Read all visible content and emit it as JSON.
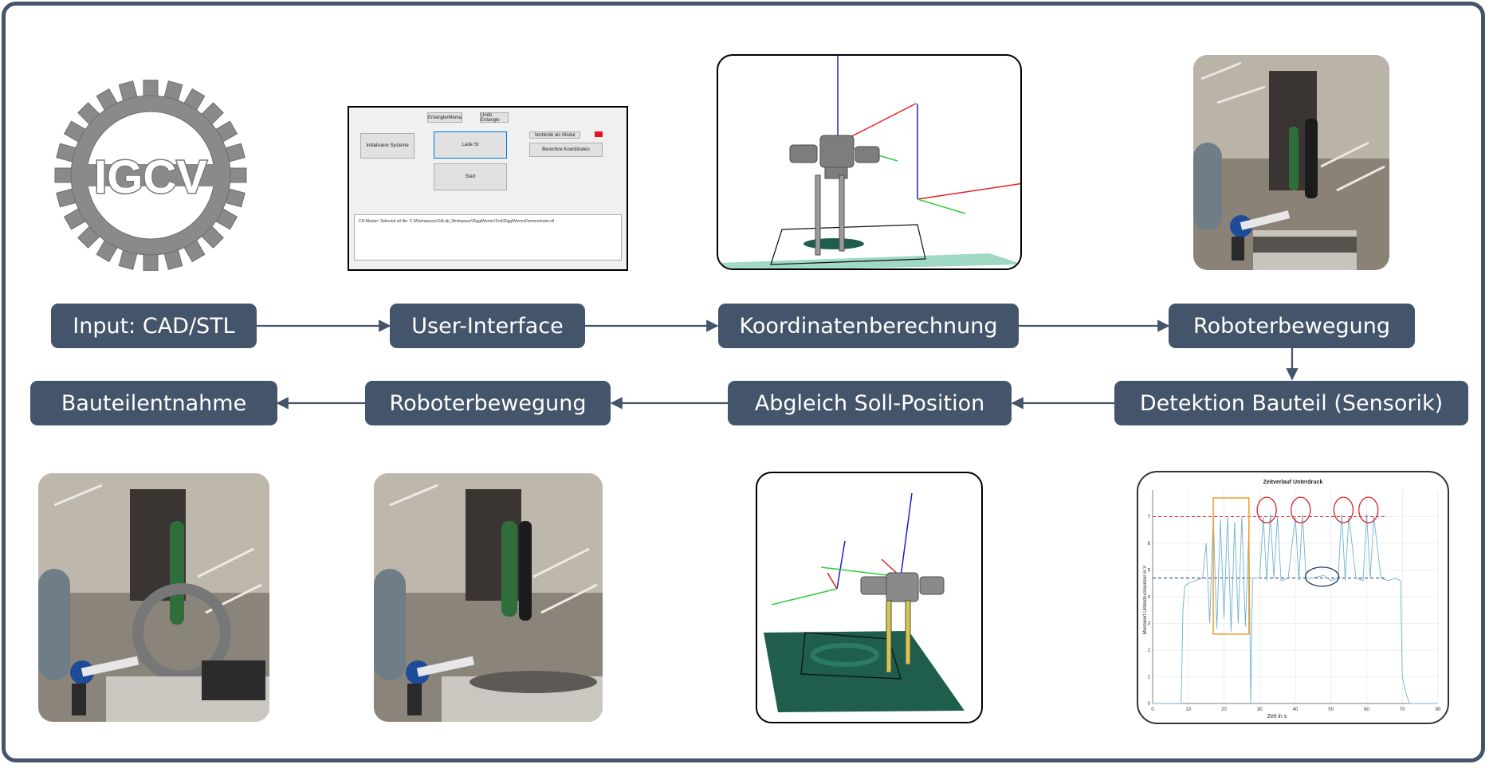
{
  "steps": {
    "row1": [
      {
        "label": "Input: CAD/STL"
      },
      {
        "label": "User-Interface"
      },
      {
        "label": "Koordinatenberechnung"
      },
      {
        "label": "Roboterbewegung"
      }
    ],
    "row2": [
      {
        "label": "Bauteilentnahme"
      },
      {
        "label": "Roboterbewegung"
      },
      {
        "label": "Abgleich Soll-Position"
      },
      {
        "label": "Detektion Bauteil (Sensorik)"
      }
    ]
  },
  "logo": {
    "text": "IGCV"
  },
  "ui": {
    "btn_extract": "Entangle/Mema",
    "btn_undo": "Undo Entangle",
    "btn_init": "Initialisiere Systeme",
    "btn_load": "Lade St",
    "btn_start": "Start",
    "btn_connect": "Verbinde als Modul",
    "btn_coords": "Berechne Koordinaten",
    "log": "CH-Master: Selected stl-file: C:\\Workspaces\\GitLab_Workspace\\DiggiWorms\\Tool\\DiggiWormsDemonstrator.stl"
  },
  "colors": {
    "pill": "#44546a",
    "accent_green": "#1f5e4d",
    "red": "#d9262c",
    "navy": "#1a3a6b",
    "orange": "#f59a23"
  },
  "chart_data": {
    "type": "line",
    "title": "Zeitverlauf Unterdruck",
    "xlabel": "Zeit in s",
    "ylabel": "Messwert Unterdrucksensor in V",
    "xlim": [
      0,
      80
    ],
    "ylim": [
      0,
      8
    ],
    "xticks": [
      "0",
      "10",
      "20",
      "30",
      "40",
      "50",
      "60",
      "70",
      "80"
    ],
    "yticks": [
      "0",
      "1",
      "2",
      "3",
      "4",
      "5",
      "6",
      "7"
    ],
    "reference_lines": [
      {
        "y": 7.0,
        "color": "red"
      },
      {
        "y": 4.7,
        "color": "navy"
      }
    ],
    "series": [
      {
        "x": [
          0,
          8,
          8.5,
          9,
          10,
          12,
          14,
          15,
          16,
          17,
          18,
          19,
          20,
          21,
          22,
          23,
          24,
          25,
          26,
          27,
          27.5,
          28,
          30,
          31,
          32,
          33,
          34,
          35,
          36,
          38,
          40,
          41,
          42,
          43,
          45,
          48,
          50,
          52,
          53,
          54,
          55,
          57,
          59,
          60,
          61,
          62,
          64,
          66,
          68,
          69.5,
          70,
          71,
          72,
          80
        ],
        "y": [
          0,
          0,
          3.5,
          4.4,
          4.5,
          4.6,
          4.7,
          6.0,
          3.0,
          7.0,
          2.8,
          6.9,
          3.2,
          7.0,
          2.7,
          6.8,
          3.0,
          7.0,
          2.9,
          6.5,
          0,
          4.7,
          4.7,
          7.0,
          4.6,
          7.1,
          4.7,
          7.0,
          4.6,
          4.7,
          7.0,
          4.6,
          7.1,
          4.7,
          4.7,
          4.8,
          4.6,
          4.7,
          7.1,
          4.6,
          7.0,
          4.7,
          4.6,
          7.1,
          4.7,
          7.0,
          4.7,
          4.6,
          4.7,
          4.6,
          1.0,
          0.4,
          0,
          0
        ]
      }
    ],
    "highlights": {
      "orange_box_x": [
        17,
        27
      ],
      "red_circles_x": [
        32,
        41.5,
        53.5,
        60.5
      ],
      "navy_ellipse_x": 47.5
    }
  }
}
